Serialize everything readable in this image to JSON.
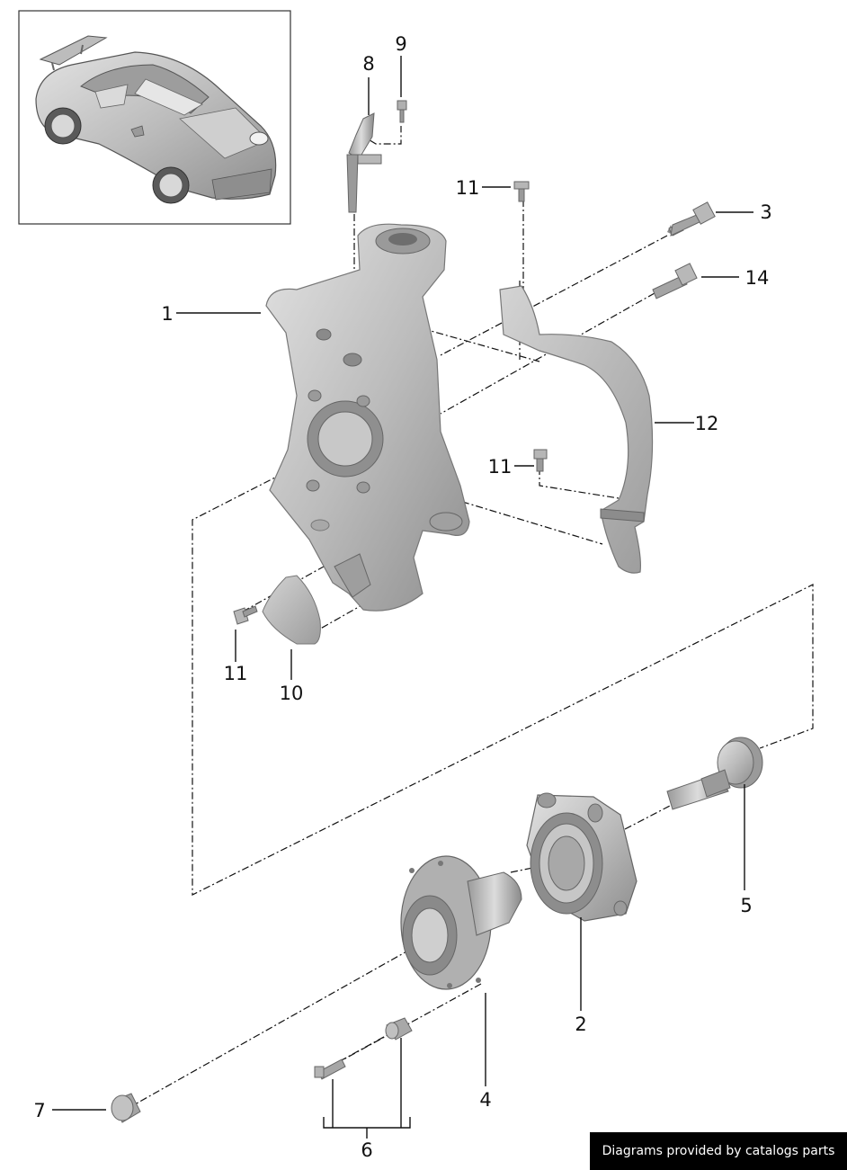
{
  "callouts": {
    "c1": "1",
    "c2": "2",
    "c3": "3",
    "c4": "4",
    "c5": "5",
    "c6": "6",
    "c7": "7",
    "c8": "8",
    "c9": "9",
    "c10": "10",
    "c11a": "11",
    "c11b": "11",
    "c11c": "11",
    "c12": "12",
    "c14": "14"
  },
  "footer": {
    "credit": "Diagrams provided by catalogs parts"
  },
  "colors": {
    "part_fill": "#bdbdbd",
    "part_dark": "#8c8c8c",
    "line": "#111111",
    "footer_bg": "#000000"
  }
}
